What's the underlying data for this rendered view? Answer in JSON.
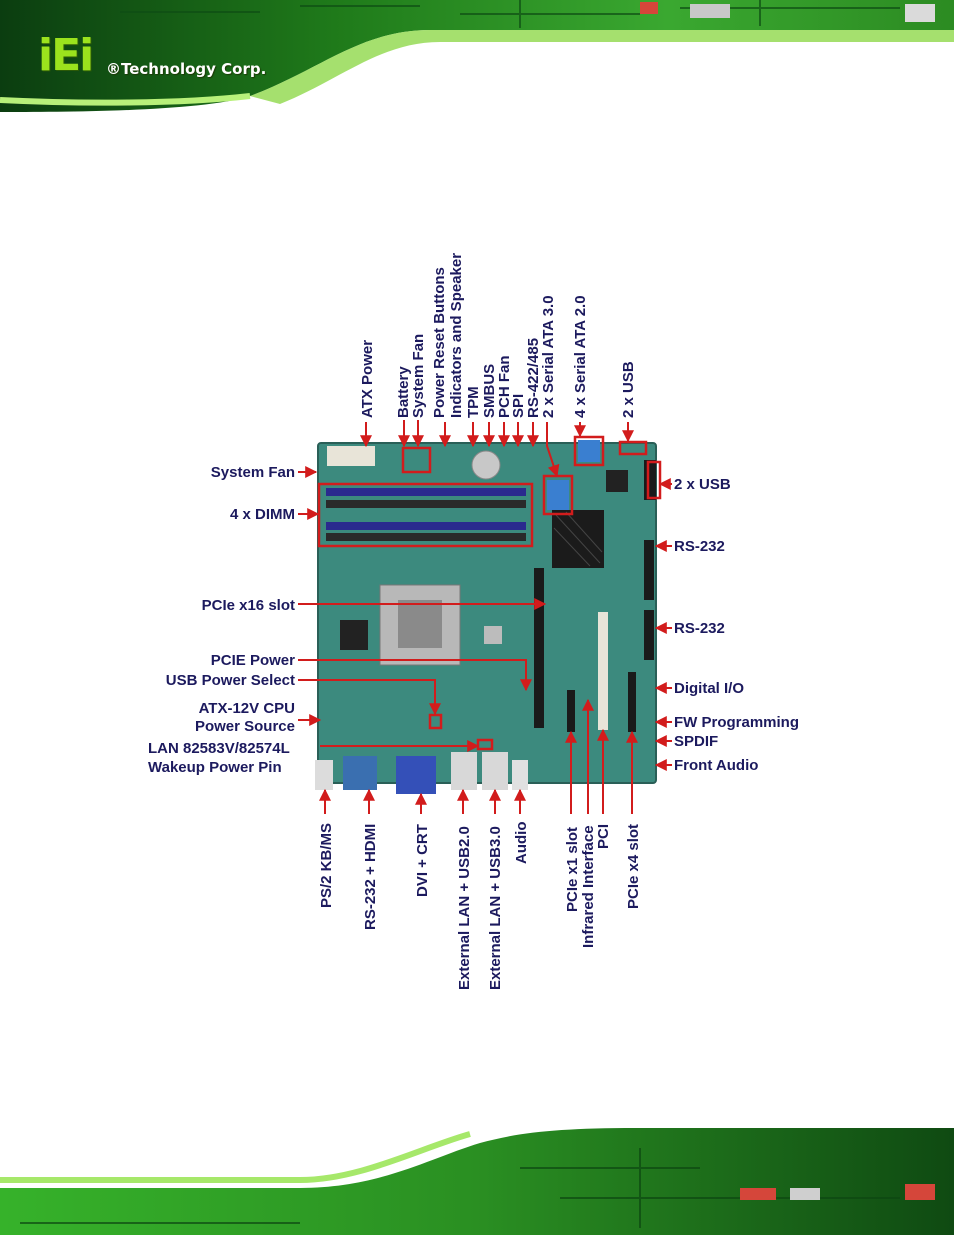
{
  "brand": {
    "logo_mark": "iEi",
    "logo_text": "®Technology Corp."
  },
  "colors": {
    "label_text": "#1c1a5e",
    "callout_red": "#d21c1c",
    "pcb_green": "#3c8a7e",
    "banner_green": "#2ea01e"
  },
  "labels": {
    "left": [
      "System Fan",
      "4 x DIMM",
      "PCIe x16 slot",
      "PCIE Power",
      "USB Power Select",
      "ATX-12V CPU",
      "Power Source",
      "LAN 82583V/82574L",
      "Wakeup Power Pin"
    ],
    "right": [
      "2 x USB",
      "RS-232",
      "RS-232",
      "Digital I/O",
      "FW Programming",
      "SPDIF",
      "Front Audio"
    ],
    "top": [
      "ATX Power",
      "Battery",
      "System Fan",
      "Power Reset Buttons",
      "Indicators and Speaker",
      "TPM",
      "SMBUS",
      "PCH Fan",
      "SPI",
      "RS-422/485",
      "2 x Serial ATA 3.0",
      "4 x Serial ATA 2.0",
      "2 x USB"
    ],
    "bottom": [
      "PS/2 KB/MS",
      "RS-232 + HDMI",
      "DVI + CRT",
      "External LAN + USB2.0",
      "External LAN + USB3.0",
      "Audio",
      "PCIe x1 slot",
      "Infrared Interface",
      "PCI",
      "PCIe x4 slot"
    ]
  }
}
